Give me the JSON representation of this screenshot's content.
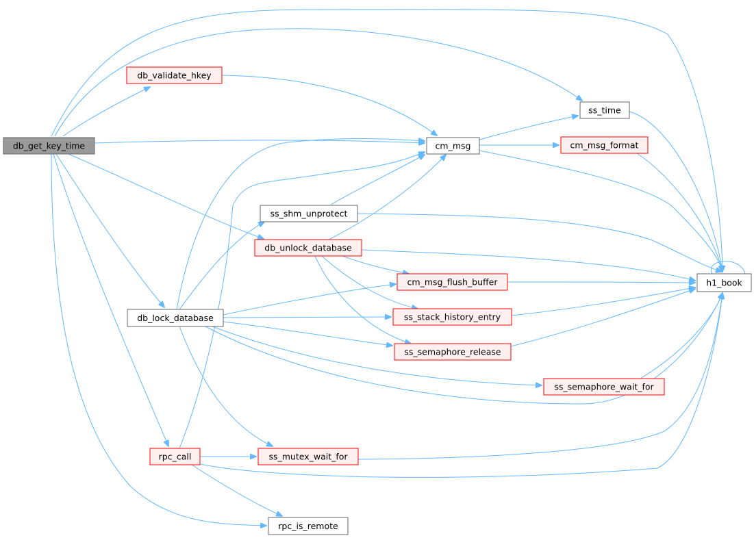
{
  "colors": {
    "edge": "#63b8ff",
    "root_fill": "#999999",
    "root_stroke": "#666666",
    "link_fill": "#ffffff",
    "link_stroke": "#666666",
    "red_fill": "#fff0f0",
    "red_stroke": "#ff0000"
  },
  "nodes": {
    "db_get_key_time": {
      "label": "db_get_key_time",
      "style": "root"
    },
    "db_validate_hkey": {
      "label": "db_validate_hkey",
      "style": "red"
    },
    "ss_time": {
      "label": "ss_time",
      "style": "plain"
    },
    "cm_msg": {
      "label": "cm_msg",
      "style": "plain"
    },
    "cm_msg_format": {
      "label": "cm_msg_format",
      "style": "red"
    },
    "ss_shm_unprotect": {
      "label": "ss_shm_unprotect",
      "style": "plain"
    },
    "db_unlock_database": {
      "label": "db_unlock_database",
      "style": "red"
    },
    "h1_book": {
      "label": "h1_book",
      "style": "plain"
    },
    "cm_msg_flush_buffer": {
      "label": "cm_msg_flush_buffer",
      "style": "red"
    },
    "db_lock_database": {
      "label": "db_lock_database",
      "style": "plain"
    },
    "ss_stack_history_entry": {
      "label": "ss_stack_history_entry",
      "style": "red"
    },
    "ss_semaphore_release": {
      "label": "ss_semaphore_release",
      "style": "red"
    },
    "ss_semaphore_wait_for": {
      "label": "ss_semaphore_wait_for",
      "style": "red"
    },
    "rpc_call": {
      "label": "rpc_call",
      "style": "red"
    },
    "ss_mutex_wait_for": {
      "label": "ss_mutex_wait_for",
      "style": "red"
    },
    "rpc_is_remote": {
      "label": "rpc_is_remote",
      "style": "plain"
    }
  },
  "edges": [
    [
      "db_get_key_time",
      "db_validate_hkey"
    ],
    [
      "db_get_key_time",
      "ss_time"
    ],
    [
      "db_get_key_time",
      "h1_book"
    ],
    [
      "db_get_key_time",
      "cm_msg"
    ],
    [
      "db_get_key_time",
      "db_unlock_database"
    ],
    [
      "db_get_key_time",
      "db_lock_database"
    ],
    [
      "db_get_key_time",
      "rpc_call"
    ],
    [
      "db_get_key_time",
      "rpc_is_remote"
    ],
    [
      "db_validate_hkey",
      "cm_msg"
    ],
    [
      "ss_time",
      "h1_book"
    ],
    [
      "cm_msg",
      "ss_time"
    ],
    [
      "cm_msg",
      "cm_msg_format"
    ],
    [
      "cm_msg",
      "h1_book"
    ],
    [
      "cm_msg_format",
      "h1_book"
    ],
    [
      "ss_shm_unprotect",
      "cm_msg"
    ],
    [
      "ss_shm_unprotect",
      "h1_book"
    ],
    [
      "db_unlock_database",
      "cm_msg"
    ],
    [
      "db_unlock_database",
      "h1_book"
    ],
    [
      "db_unlock_database",
      "cm_msg_flush_buffer"
    ],
    [
      "db_unlock_database",
      "ss_stack_history_entry"
    ],
    [
      "db_unlock_database",
      "ss_semaphore_release"
    ],
    [
      "h1_book",
      "h1_book"
    ],
    [
      "cm_msg_flush_buffer",
      "h1_book"
    ],
    [
      "db_lock_database",
      "cm_msg"
    ],
    [
      "db_lock_database",
      "ss_shm_unprotect"
    ],
    [
      "db_lock_database",
      "cm_msg_flush_buffer"
    ],
    [
      "db_lock_database",
      "ss_stack_history_entry"
    ],
    [
      "db_lock_database",
      "ss_semaphore_release"
    ],
    [
      "db_lock_database",
      "ss_semaphore_wait_for"
    ],
    [
      "db_lock_database",
      "h1_book"
    ],
    [
      "db_lock_database",
      "ss_mutex_wait_for"
    ],
    [
      "ss_stack_history_entry",
      "h1_book"
    ],
    [
      "ss_semaphore_release",
      "h1_book"
    ],
    [
      "ss_semaphore_wait_for",
      "h1_book"
    ],
    [
      "rpc_call",
      "cm_msg"
    ],
    [
      "rpc_call",
      "ss_mutex_wait_for"
    ],
    [
      "rpc_call",
      "h1_book"
    ],
    [
      "rpc_call",
      "rpc_is_remote"
    ],
    [
      "ss_mutex_wait_for",
      "h1_book"
    ]
  ]
}
